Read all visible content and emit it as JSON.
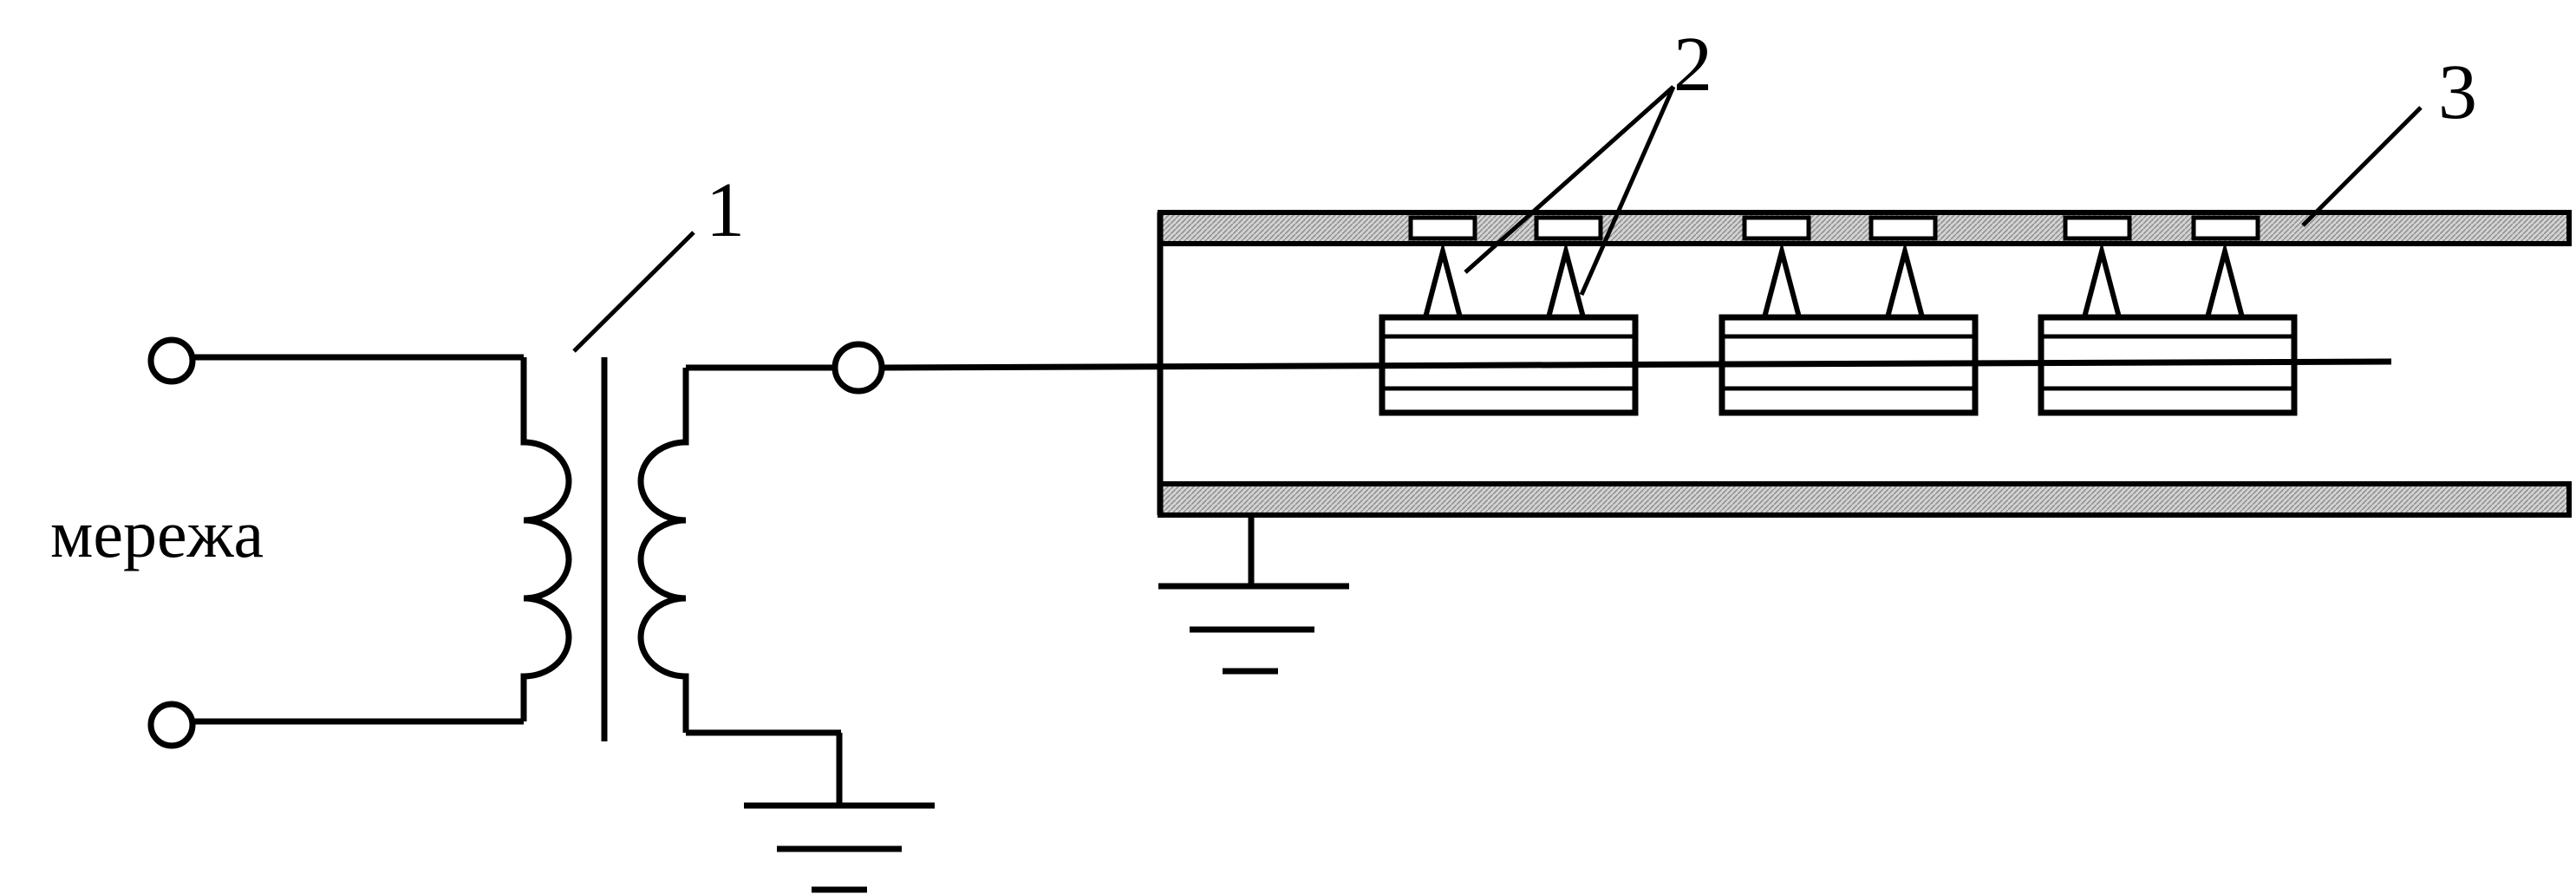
{
  "diagram": {
    "input_label": "мережа",
    "callouts": {
      "transformer": "1",
      "tips": "2",
      "housing": "3"
    },
    "colors": {
      "line": "#000000",
      "background": "#ffffff",
      "housing_fill": "#c8c8c8"
    }
  }
}
